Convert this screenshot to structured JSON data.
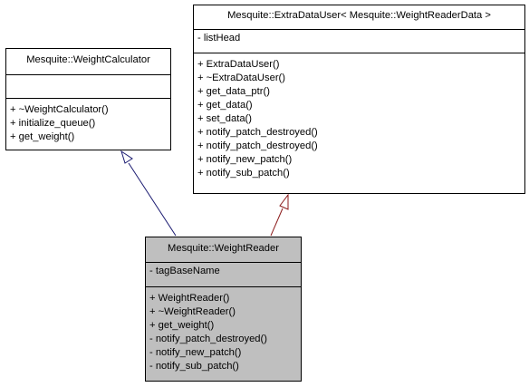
{
  "classes": {
    "extra_data_user": {
      "name": "Mesquite::ExtraDataUser< Mesquite::WeightReaderData >",
      "attributes": [
        "- listHead"
      ],
      "methods": [
        "+ ExtraDataUser()",
        "+ ~ExtraDataUser()",
        "+ get_data_ptr()",
        "+ get_data()",
        "+ set_data()",
        "+ notify_patch_destroyed()",
        "+ notify_patch_destroyed()",
        "+ notify_new_patch()",
        "+ notify_sub_patch()"
      ]
    },
    "weight_calculator": {
      "name": "Mesquite::WeightCalculator",
      "attributes": [],
      "methods": [
        "+ ~WeightCalculator()",
        "+ initialize_queue()",
        "+ get_weight()"
      ]
    },
    "weight_reader": {
      "name": "Mesquite::WeightReader",
      "attributes": [
        "- tagBaseName"
      ],
      "methods": [
        "+ WeightReader()",
        "+ ~WeightReader()",
        "+ get_weight()",
        "- notify_patch_destroyed()",
        "- notify_new_patch()",
        "- notify_sub_patch()"
      ]
    }
  },
  "edges": [
    {
      "from": "weight_reader",
      "to": "weight_calculator",
      "type": "inheritance",
      "color": "#191970"
    },
    {
      "from": "weight_reader",
      "to": "extra_data_user",
      "type": "inheritance",
      "color": "#8b1a1a"
    }
  ]
}
